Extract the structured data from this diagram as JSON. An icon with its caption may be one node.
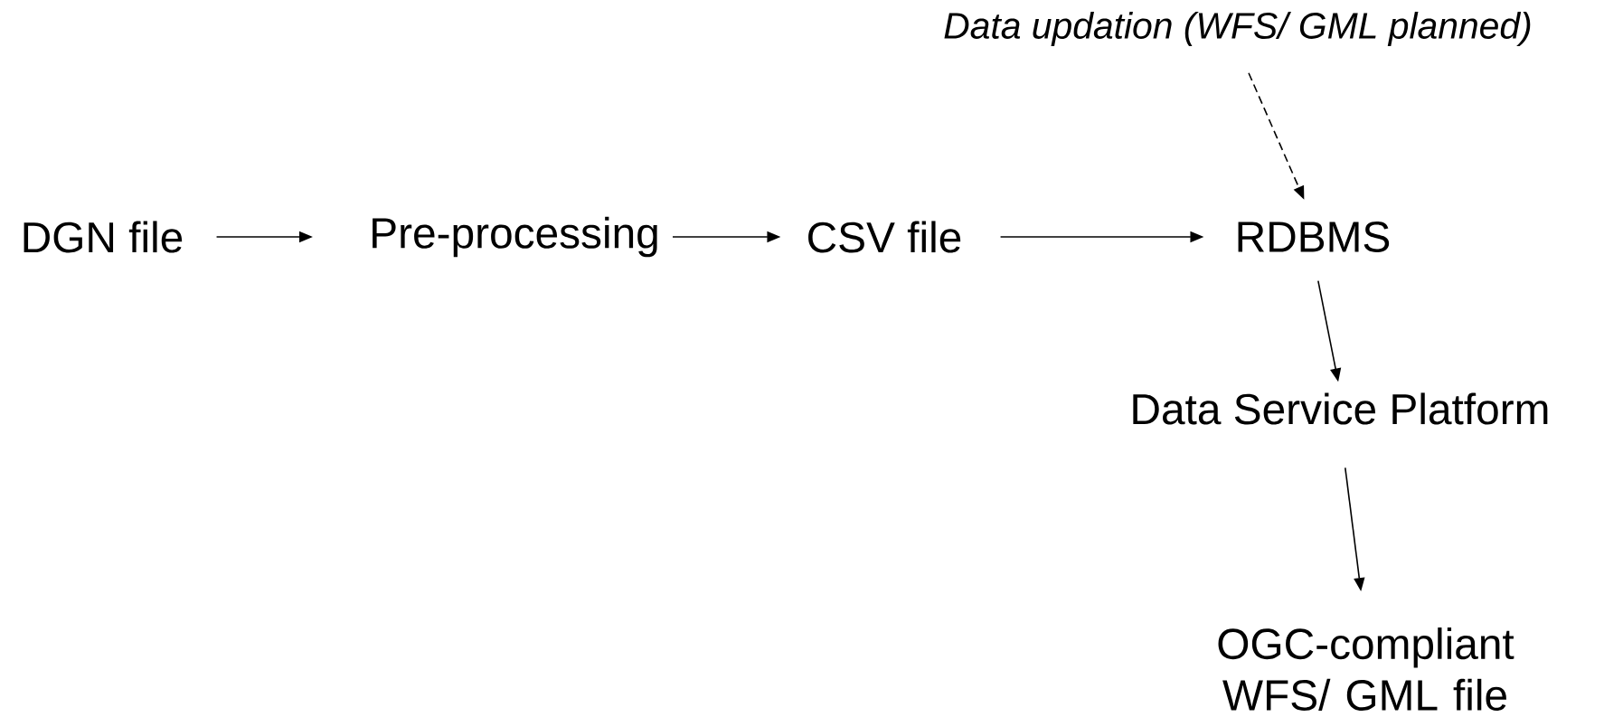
{
  "diagram": {
    "nodes": [
      {
        "text": [
          "Data updation (WFS/ GML planned)"
        ]
      },
      {
        "text": [
          "DGN file"
        ]
      },
      {
        "text": [
          "Pre-processing"
        ]
      },
      {
        "text": [
          "CSV file"
        ]
      },
      {
        "text": [
          "RDBMS"
        ]
      },
      {
        "text": [
          "Data Service Platform"
        ]
      },
      {
        "text": [
          "OGC-compliant WFS/ GML file"
        ]
      }
    ],
    "edges": [
      {
        "from": 0,
        "to": 4,
        "arrow": "to",
        "style": "dashed"
      },
      {
        "from": 1,
        "to": 2,
        "arrow": "to"
      },
      {
        "from": 2,
        "to": 3,
        "arrow": "to"
      },
      {
        "from": 3,
        "to": 4,
        "arrow": "to"
      },
      {
        "from": 4,
        "to": 5,
        "arrow": "to"
      },
      {
        "from": 5,
        "to": 6,
        "arrow": "to"
      }
    ]
  }
}
